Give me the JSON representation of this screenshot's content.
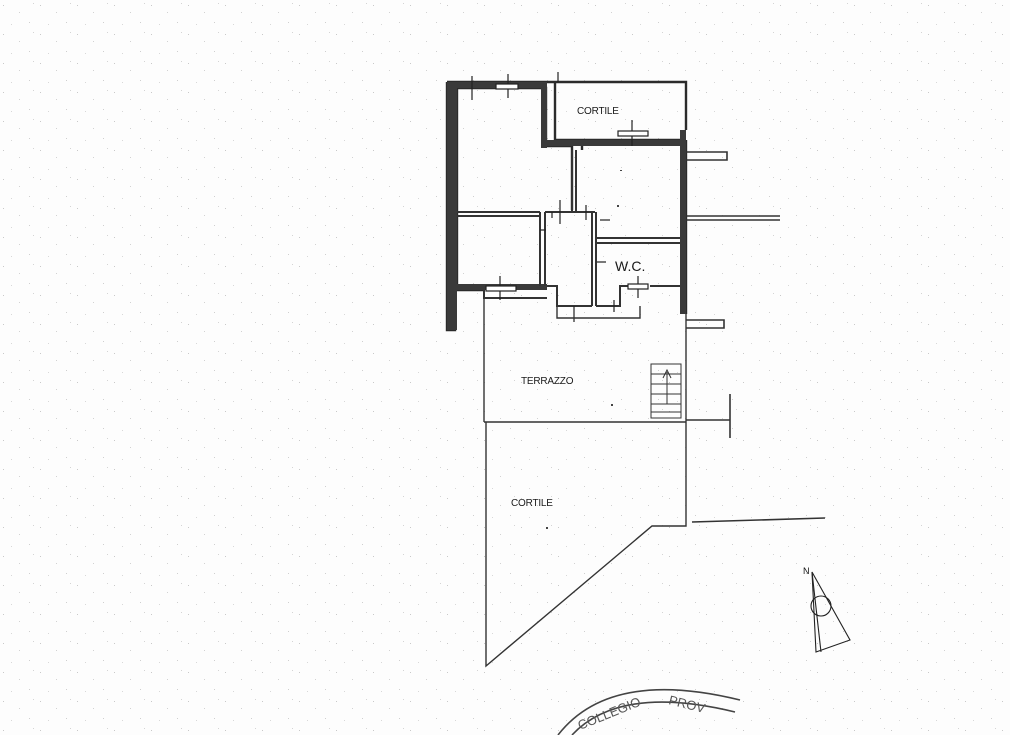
{
  "plan": {
    "rooms": {
      "cortile_top": "CORTILE",
      "wc": "W.C.",
      "terrazzo": "TERRAZZO",
      "cortile_bottom": "CORTILE"
    },
    "compass": {
      "north_label": "N"
    },
    "seal": {
      "partial_text": "COLLEGIO PROV"
    }
  }
}
